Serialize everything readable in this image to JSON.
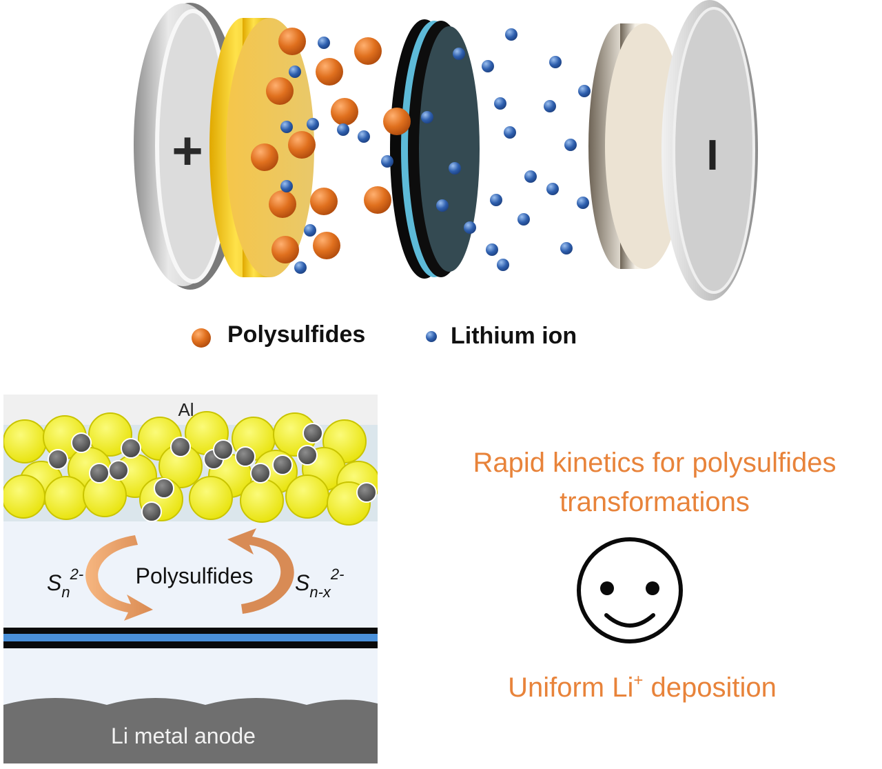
{
  "battery": {
    "cathode_symbol": "+",
    "anode_symbol": "I",
    "legend": {
      "polysulfides_label": "Polysulfides",
      "lithium_label": "Lithium ion"
    },
    "colors": {
      "polysulfide": "#e0701e",
      "lithium": "#2e5fae",
      "sulfur_cathode": "#f2c417",
      "separator": "#1c2a30",
      "casing": "#c9c9c9"
    }
  },
  "cell_diagram": {
    "current_collector_label": "Al",
    "left_species": "S",
    "left_species_sub": "n",
    "left_species_sup": "2-",
    "cycle_label": "Polysulfides",
    "right_species": "S",
    "right_species_sub": "n-x",
    "right_species_sup": "2-",
    "anode_label": "Li metal anode",
    "colors": {
      "sulfur_particle": "#f2ee1c",
      "carbon_particle": "#6b6b6b",
      "electrolyte": "#eef3fa",
      "arrow": "#f0a468",
      "separator_stripe": "#4a90d9",
      "anode": "#6f6f6f"
    }
  },
  "benefits": {
    "line1": "Rapid kinetics for polysulfides",
    "line2": "transformations",
    "emoji_icon": "smiley-face-icon",
    "deposition_prefix": "Uniform Li",
    "deposition_sup": "+",
    "deposition_suffix": " deposition",
    "text_color": "#e8833a"
  }
}
